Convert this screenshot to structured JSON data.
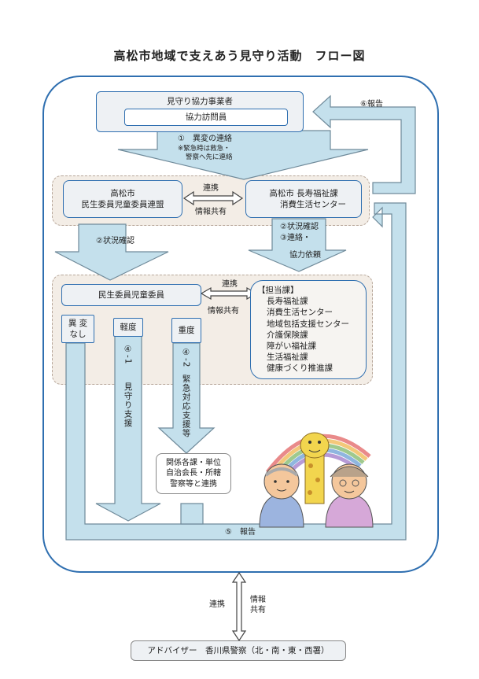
{
  "title": "高松市地域で支えあう見守り活動　フロー図",
  "cooperation_business": {
    "name": "見守り協力事業者",
    "visitor": "協力訪問員"
  },
  "step1": {
    "label": "①　異変の連絡",
    "note_line1": "※緊急時は救急・",
    "note_line2": "警察へ先に連絡"
  },
  "step6": "⑥報告",
  "federation": {
    "line1": "高松市",
    "line2": "民生委員児童委員連盟"
  },
  "center": {
    "line1": "高松市 長寿福祉課",
    "line2": "消費生活センター"
  },
  "link_top": {
    "cooperate": "連携",
    "share": "情報共有"
  },
  "step2_left": "②状況確認",
  "step2_right": {
    "line1": "②状況確認",
    "line2": "③連絡・",
    "line3": "協力依頼"
  },
  "welfare_commissioner": "民生委員児童委員",
  "link_mid": {
    "cooperate": "連携",
    "share": "情報共有"
  },
  "departments": {
    "heading": "【担当課】",
    "items": [
      "長寿福祉課",
      "消費生活センター",
      "地域包括支援センター",
      "介護保険課",
      "障がい福祉課",
      "生活福祉課",
      "健康づくり推進課"
    ]
  },
  "status": {
    "none_line1": "異 変",
    "none_line2": "なし",
    "mild": "軽度",
    "severe": "重度"
  },
  "step4_1": {
    "number": "④-1",
    "text": "見守り支援"
  },
  "step4_2": {
    "number": "④-2",
    "text": "緊急対応支援等"
  },
  "liaison": {
    "line1": "関係各課・単位",
    "line2": "自治会長・所轄",
    "line3": "警察等と連携"
  },
  "step5": "⑤　報告",
  "bottom_link": {
    "cooperate": "連携",
    "share_line1": "情報",
    "share_line2": "共有"
  },
  "advisor": "アドバイザー　香川県警察（北・南・東・西署）",
  "colors": {
    "arrow_fill": "#c4e0ec",
    "arrow_stroke": "#6f8a9a",
    "outline_blue": "#2f6fb0",
    "box_fill": "#eef1f4",
    "dashed_fill": "#f3ede6"
  }
}
